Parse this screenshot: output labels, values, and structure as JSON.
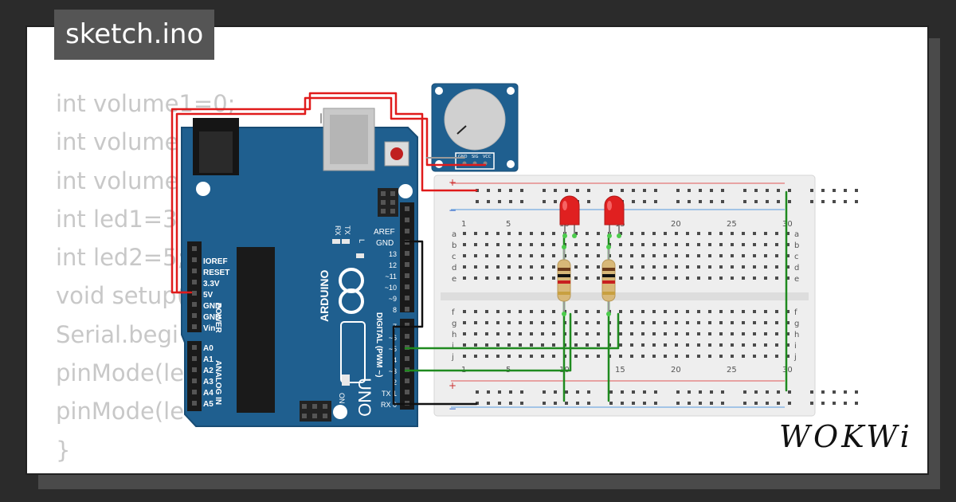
{
  "file_tab": {
    "label": "sketch.ino"
  },
  "code_lines": [
    "int volume1=0;",
    "int volume",
    "int volume",
    "int led1=3",
    "int led2=5;",
    "void setup(",
    "Serial.begi",
    "pinMode(le",
    "pinMode(le",
    "}"
  ],
  "arduino": {
    "brand": "ARDUINO",
    "model": "UNO",
    "power_header": "POWER",
    "analog_header": "ANALOG IN",
    "digital_header": "DIGITAL (PWM ~)",
    "on_label": "ON",
    "aref": "AREF",
    "gnd": "GND",
    "l_label": "L",
    "tx_label": "TX",
    "rx_label": "RX",
    "power_pins": [
      "IOREF",
      "RESET",
      "3.3V",
      "5V",
      "GND",
      "GND",
      "Vin"
    ],
    "analog_pins": [
      "A0",
      "A1",
      "A2",
      "A3",
      "A4",
      "A5"
    ],
    "digital_pins": [
      "13",
      "12",
      "~11",
      "~10",
      "~9",
      "8",
      "7",
      "~6",
      "~5",
      "4",
      "~3",
      "2",
      "TX 1",
      "RX 0"
    ]
  },
  "potentiometer": {
    "pins": [
      "GND",
      "SIG",
      "VCC"
    ]
  },
  "breadboard": {
    "col_numbers": [
      "1",
      "5",
      "10",
      "15",
      "20",
      "25",
      "30"
    ],
    "row_letters_top": [
      "a",
      "b",
      "c",
      "d",
      "e"
    ],
    "row_letters_bottom": [
      "f",
      "g",
      "h",
      "i",
      "j"
    ],
    "plus": "+",
    "minus": "−"
  },
  "brand_logo": "WOKWi",
  "colors": {
    "board_blue": "#1f5f8f",
    "wire_red": "#e01b1b",
    "wire_green": "#1f8a1f",
    "wire_black": "#111111",
    "led_red": "#e02020"
  }
}
